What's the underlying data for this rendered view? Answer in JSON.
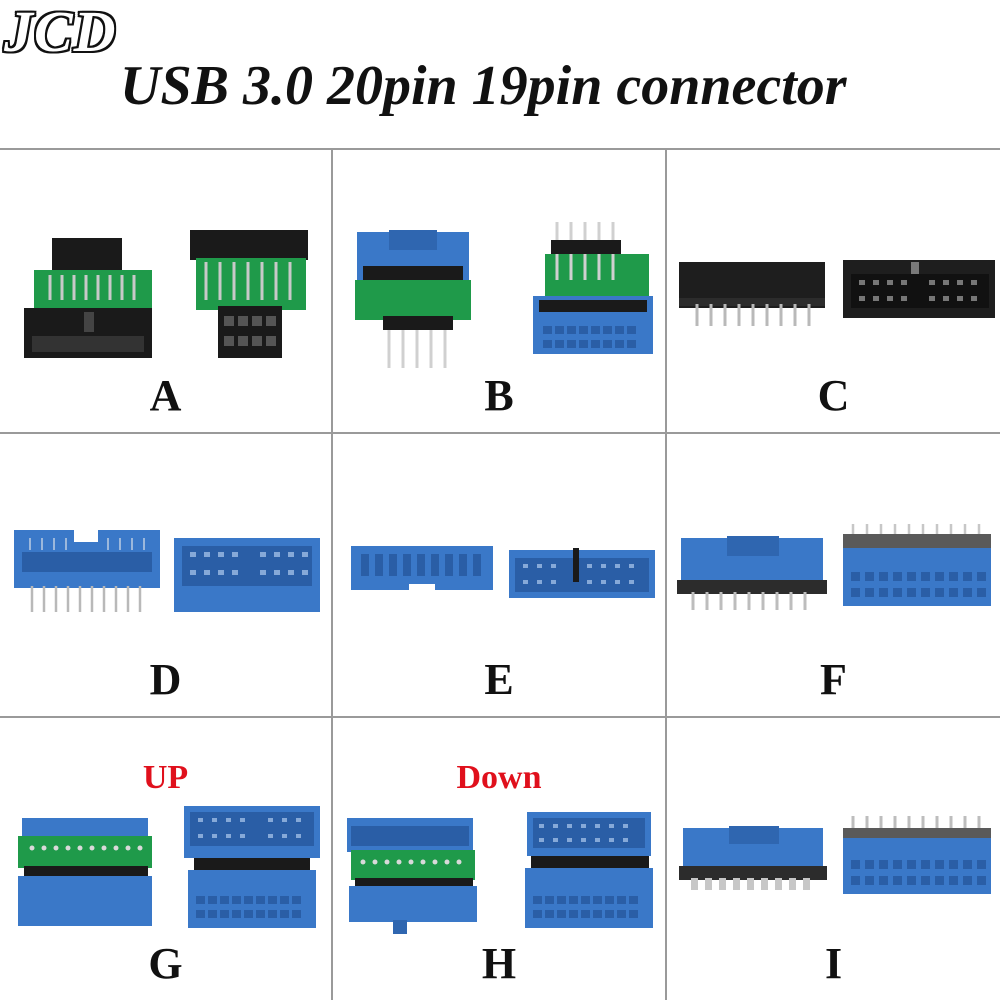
{
  "brand": "JCD",
  "title": "USB 3.0 20pin 19pin connector",
  "colors": {
    "blue": "#3a78c8",
    "pcb": "#1f9a4a",
    "black": "#1a1a1a",
    "red": "#e0101c"
  },
  "cells": [
    {
      "label": "A"
    },
    {
      "label": "B"
    },
    {
      "label": "C"
    },
    {
      "label": "D"
    },
    {
      "label": "E"
    },
    {
      "label": "F"
    },
    {
      "label": "G",
      "orientation": "UP"
    },
    {
      "label": "H",
      "orientation": "Down"
    },
    {
      "label": "I"
    }
  ]
}
